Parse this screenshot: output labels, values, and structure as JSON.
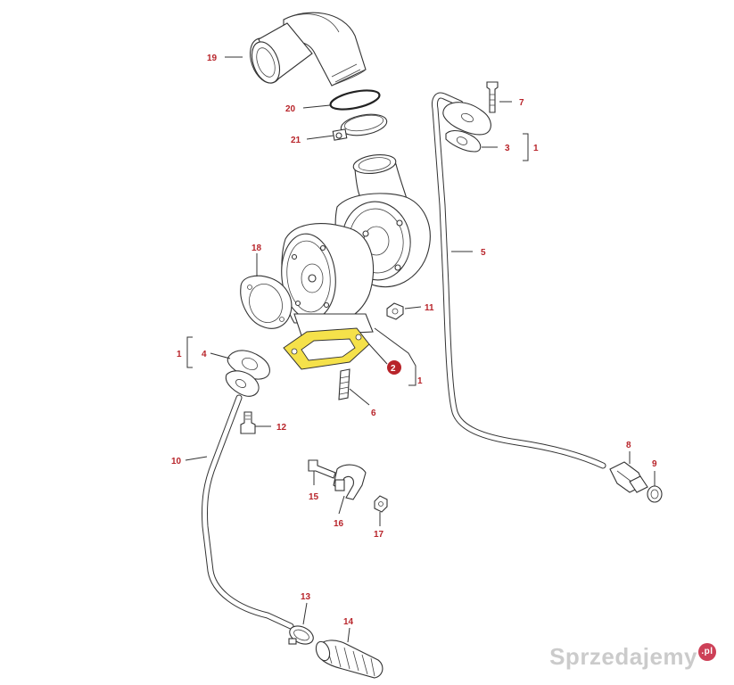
{
  "diagram": {
    "highlight_color": "#f5e14a",
    "label_color": "#b8242a",
    "callouts": {
      "c19": "19",
      "c20": "20",
      "c21": "21",
      "c7": "7",
      "c3": "3",
      "c1a": "1",
      "c5": "5",
      "c18": "18",
      "c11": "11",
      "c4": "4",
      "c1b": "1",
      "c2": "2",
      "c1c": "1",
      "c6": "6",
      "c12": "12",
      "c10": "10",
      "c8": "8",
      "c9": "9",
      "c15": "15",
      "c16": "16",
      "c17": "17",
      "c13": "13",
      "c14": "14"
    }
  },
  "watermark": {
    "text": "Sprzedajemy",
    "badge": ".pl"
  }
}
